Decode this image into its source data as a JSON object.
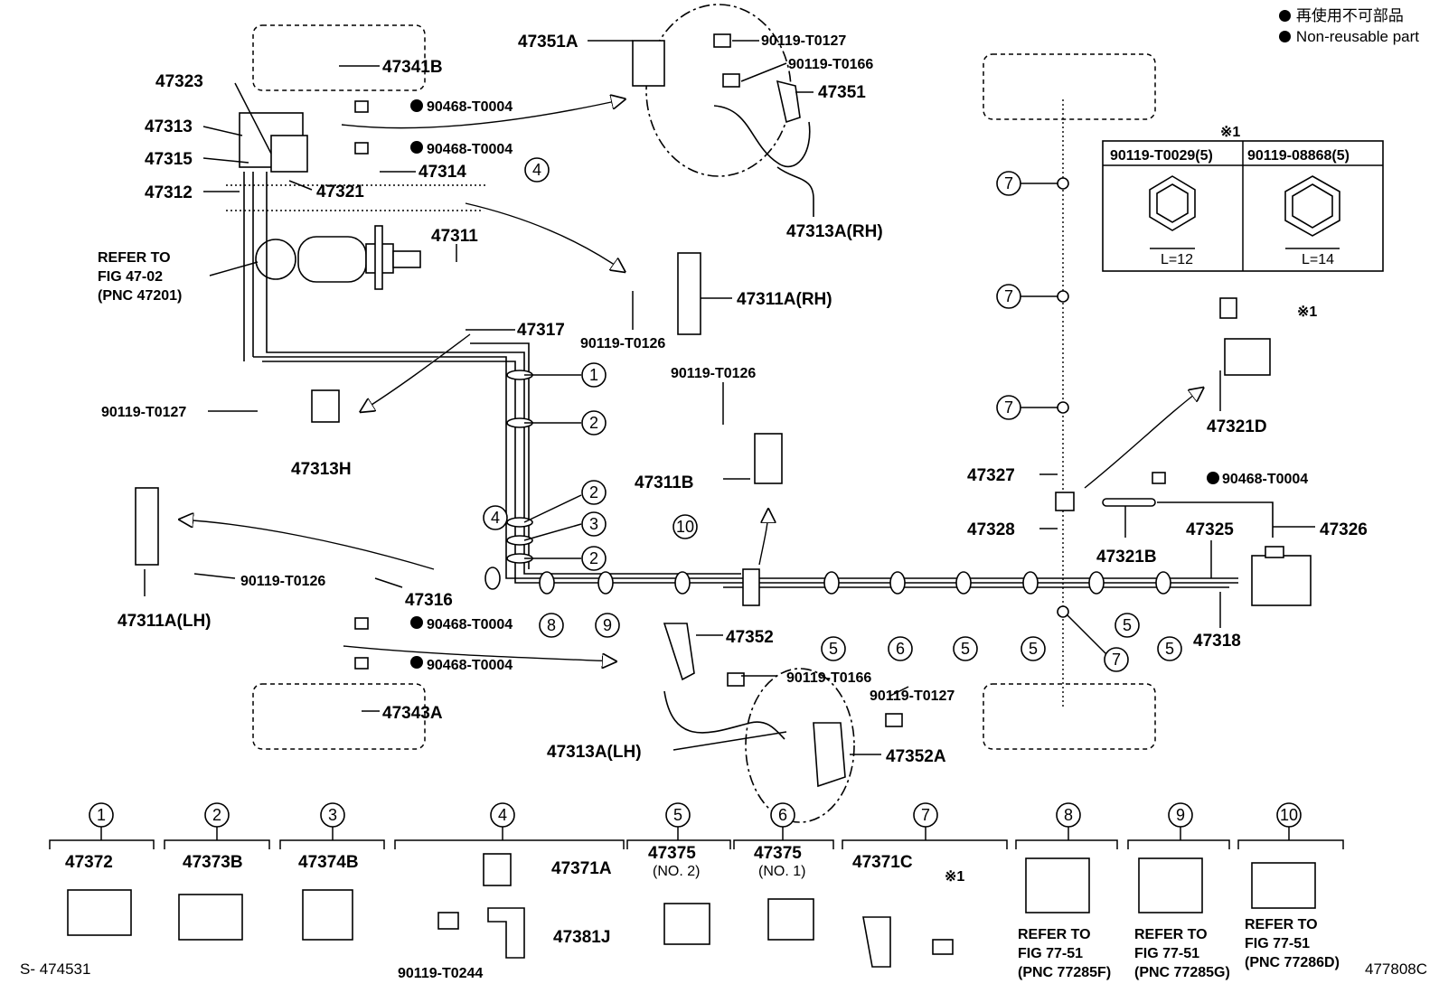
{
  "legend": {
    "jp": "再使用不可部品",
    "en": "Non-reusable part"
  },
  "codes": {
    "left": "S- 474531",
    "right": "477808C"
  },
  "table": {
    "mark": "※1",
    "col1": "90119-T0029(5)",
    "col2": "90119-08868(5)",
    "len1": "L=12",
    "len2": "L=14"
  },
  "labels": {
    "p47351A": "47351A",
    "p90119T0127a": "90119-T0127",
    "p90119T0166a": "90119-T0166",
    "p47351": "47351",
    "p47341B": "47341B",
    "p47323": "47323",
    "p47313": "47313",
    "p47315": "47315",
    "p47312": "47312",
    "p90468a": "90468-T0004",
    "p90468b": "90468-T0004",
    "p47314": "47314",
    "p47321": "47321",
    "p47313ARH": "47313A(RH)",
    "refer1a": "REFER TO",
    "refer1b": "FIG 47-02",
    "refer1c": "(PNC 47201)",
    "p47311": "47311",
    "p47311ARH": "47311A(RH)",
    "p90119T0126a": "90119-T0126",
    "p47317": "47317",
    "p90119T0127b": "90119-T0127",
    "p47313H": "47313H",
    "p90119T0126b": "90119-T0126",
    "p47311B": "47311B",
    "p47311ALH": "47311A(LH)",
    "p90119T0126c": "90119-T0126",
    "p47316": "47316",
    "p90468c": "90468-T0004",
    "p90468d": "90468-T0004",
    "p47343A": "47343A",
    "p47352": "47352",
    "p90119T0166b": "90119-T0166",
    "p90119T0127c": "90119-T0127",
    "p47313ALH": "47313A(LH)",
    "p47352A": "47352A",
    "p47327": "47327",
    "p47328": "47328",
    "p47321B": "47321B",
    "p47325": "47325",
    "p47326": "47326",
    "p47318": "47318",
    "p90468e": "90468-T0004",
    "p47321D": "47321D",
    "mark1": "※1"
  },
  "clamp_numbers": [
    "1",
    "2",
    "2",
    "3",
    "2",
    "4",
    "4",
    "5",
    "5",
    "5",
    "5",
    "5",
    "6",
    "7",
    "7",
    "7",
    "7",
    "8",
    "9",
    "10"
  ],
  "bottom": {
    "c1": {
      "num": "1",
      "part": "47372"
    },
    "c2": {
      "num": "2",
      "part": "47373B"
    },
    "c3": {
      "num": "3",
      "part": "47374B"
    },
    "c4": {
      "num": "4",
      "partA": "47371A",
      "partB": "47381J",
      "bolt": "90119-T0244"
    },
    "c5": {
      "num": "5",
      "part": "47375",
      "sub": "(NO. 2)"
    },
    "c6": {
      "num": "6",
      "part": "47375",
      "sub": "(NO. 1)"
    },
    "c7": {
      "num": "7",
      "part": "47371C",
      "mark": "※1"
    },
    "c8": {
      "num": "8",
      "r1": "REFER TO",
      "r2": "FIG 77-51",
      "r3": "(PNC 77285F)"
    },
    "c9": {
      "num": "9",
      "r1": "REFER TO",
      "r2": "FIG 77-51",
      "r3": "(PNC 77285G)"
    },
    "c10": {
      "num": "10",
      "r1": "REFER TO",
      "r2": "FIG 77-51",
      "r3": "(PNC 77286D)"
    }
  }
}
